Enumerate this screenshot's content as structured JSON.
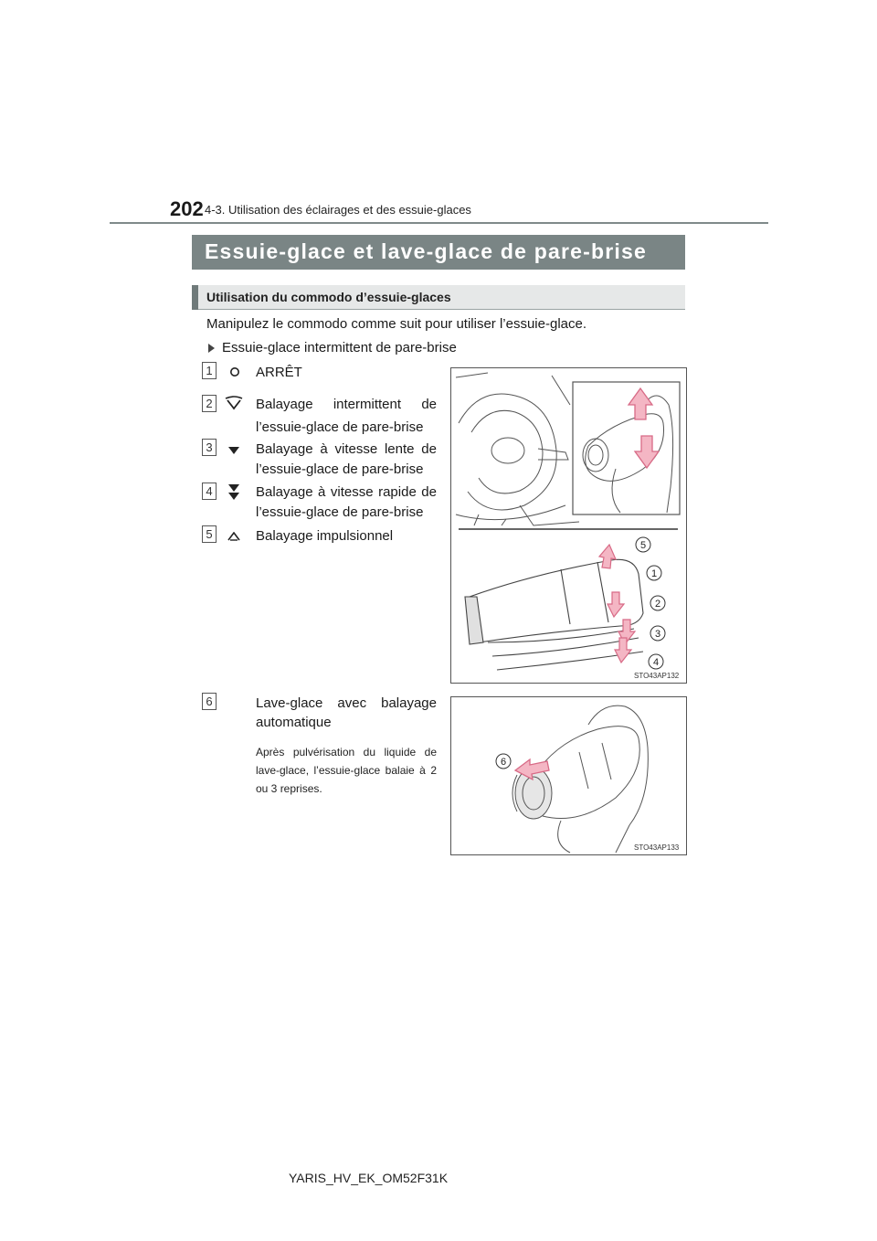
{
  "header": {
    "page_number": "202",
    "chapter": "4-3. Utilisation des éclairages et des essuie-glaces"
  },
  "section": {
    "title": "Essuie-glace et lave-glace de pare-brise"
  },
  "subsection": {
    "title": "Utilisation du commodo d’essuie-glaces"
  },
  "intro": "Manipulez le commodo comme suit pour utiliser l’essuie-glace.",
  "bullet": "Essuie-glace intermittent de pare-brise",
  "items": [
    {
      "num": "1",
      "icon": "off-circle-icon",
      "line1": "ARRÊT",
      "line2": ""
    },
    {
      "num": "2",
      "icon": "intermittent-wipe-icon",
      "line1": "Balayage intermittent de",
      "line2": "l’essuie-glace de pare-brise"
    },
    {
      "num": "3",
      "icon": "low-speed-icon",
      "line1": "Balayage à vitesse lente de",
      "line2": "l’essuie-glace de pare-brise"
    },
    {
      "num": "4",
      "icon": "high-speed-icon",
      "line1": "Balayage à vitesse rapide de",
      "line2": "l’essuie-glace de pare-brise"
    },
    {
      "num": "5",
      "icon": "mist-icon",
      "line1": "Balayage impulsionnel",
      "line2": ""
    },
    {
      "num": "6",
      "icon": "",
      "line1": "Lave-glace avec balayage",
      "line2": "automatique"
    }
  ],
  "note": "Après pulvérisation du liquide de lave-glace, l’essuie-glace balaie à 2 ou 3 reprises.",
  "figures": [
    {
      "code": "STO43AP132",
      "callouts": [
        "5",
        "1",
        "2",
        "3",
        "4"
      ]
    },
    {
      "code": "STO43AP133",
      "callouts": [
        "6"
      ]
    }
  ],
  "footer": "YARIS_HV_EK_OM52F31K",
  "colors": {
    "section_bar": "#7a8585",
    "arrow_pink": "#e98aa0",
    "arrow_pink_fill": "#f4b6c4"
  }
}
